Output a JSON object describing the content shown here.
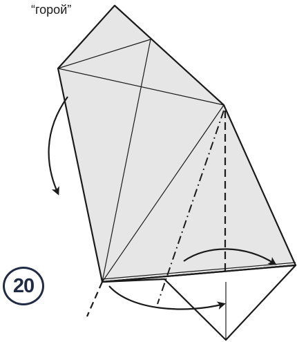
{
  "diagram": {
    "caption": "“горой”",
    "step_number": "20",
    "colors": {
      "paper": "#e6e6e6",
      "outline": "#1a1a1a",
      "badge": "#1f2a44"
    },
    "fold_type_text": "“горой”",
    "arrows": [
      "left-flap-fold-down",
      "right-flap-fold-over",
      "bottom-fold-over"
    ]
  }
}
